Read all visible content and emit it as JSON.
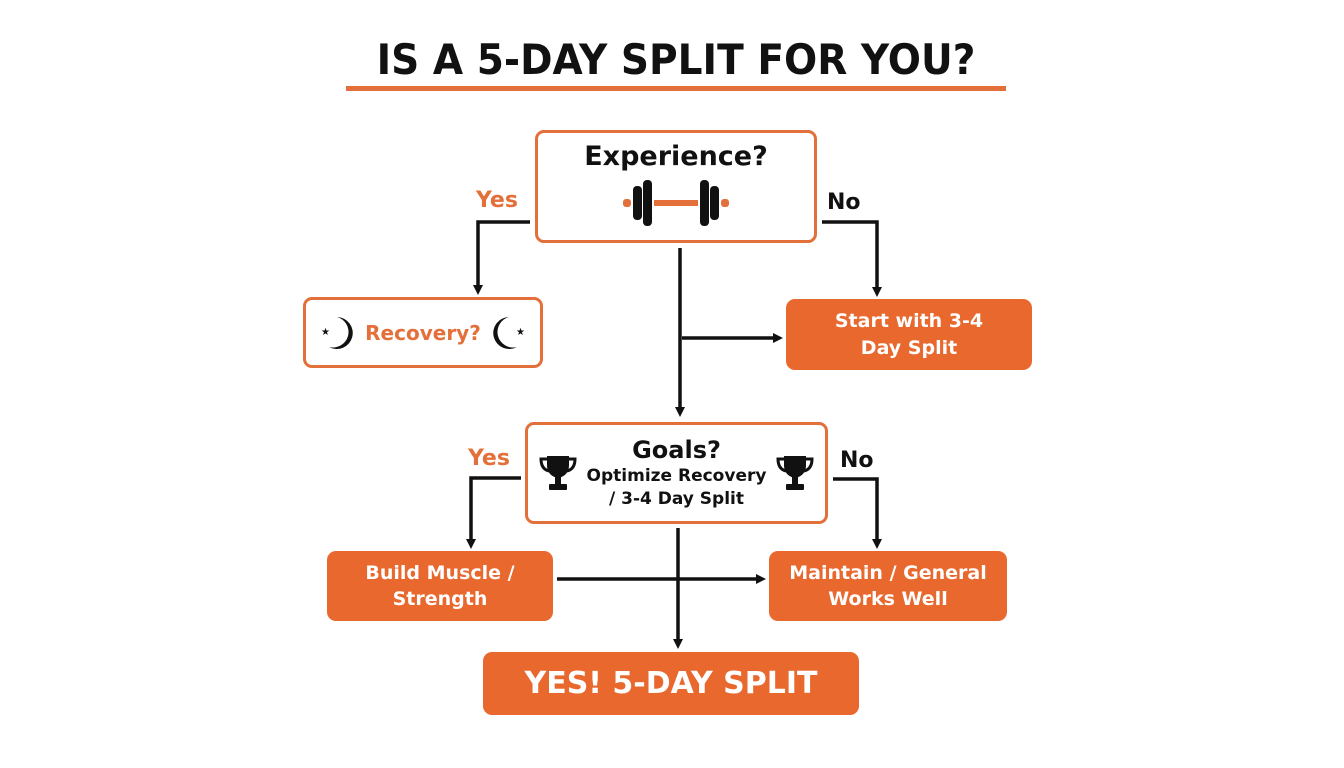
{
  "title": "IS A 5-DAY SPLIT FOR YOU?",
  "colors": {
    "accent": "#e3703a",
    "filled_box": "#e8682e",
    "text_dark": "#111111",
    "text_light": "#ffffff",
    "background": "#ffffff"
  },
  "nodes": {
    "experience": {
      "label": "Experience?",
      "icon": "dumbbell-icon"
    },
    "recovery": {
      "label": "Recovery?",
      "icons": [
        "moon-star-icon",
        "moon-star-icon"
      ]
    },
    "start_small": {
      "line1": "Start with 3-4",
      "line2": "Day Split"
    },
    "goals": {
      "title": "Goals?",
      "line1": "Optimize Recovery",
      "line2": "/ 3-4 Day Split",
      "icons": [
        "trophy-icon",
        "trophy-icon"
      ]
    },
    "build_muscle": {
      "line1": "Build Muscle /",
      "line2": "Strength"
    },
    "maintain": {
      "line1": "Maintain / General",
      "line2": "Works Well"
    },
    "result": {
      "label": "YES! 5-DAY SPLIT"
    }
  },
  "edge_labels": {
    "experience_yes": "Yes",
    "experience_no": "No",
    "goals_yes": "Yes",
    "goals_no": "No"
  }
}
